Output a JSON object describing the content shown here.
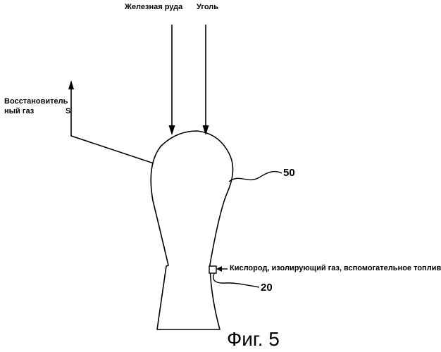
{
  "labels": {
    "iron_ore": "Железная руда",
    "coal": "Уголь",
    "reducing_gas_line1": "Восстановитель",
    "reducing_gas_line2": "ный газ",
    "stream_s": "S",
    "ref_50": "50",
    "ref_20": "20",
    "injection": "Кислород, изолирующий газ, вспомогательное топливо"
  },
  "caption": "Фиг.  5",
  "colors": {
    "line": "#000000",
    "background": "#ffffff"
  }
}
